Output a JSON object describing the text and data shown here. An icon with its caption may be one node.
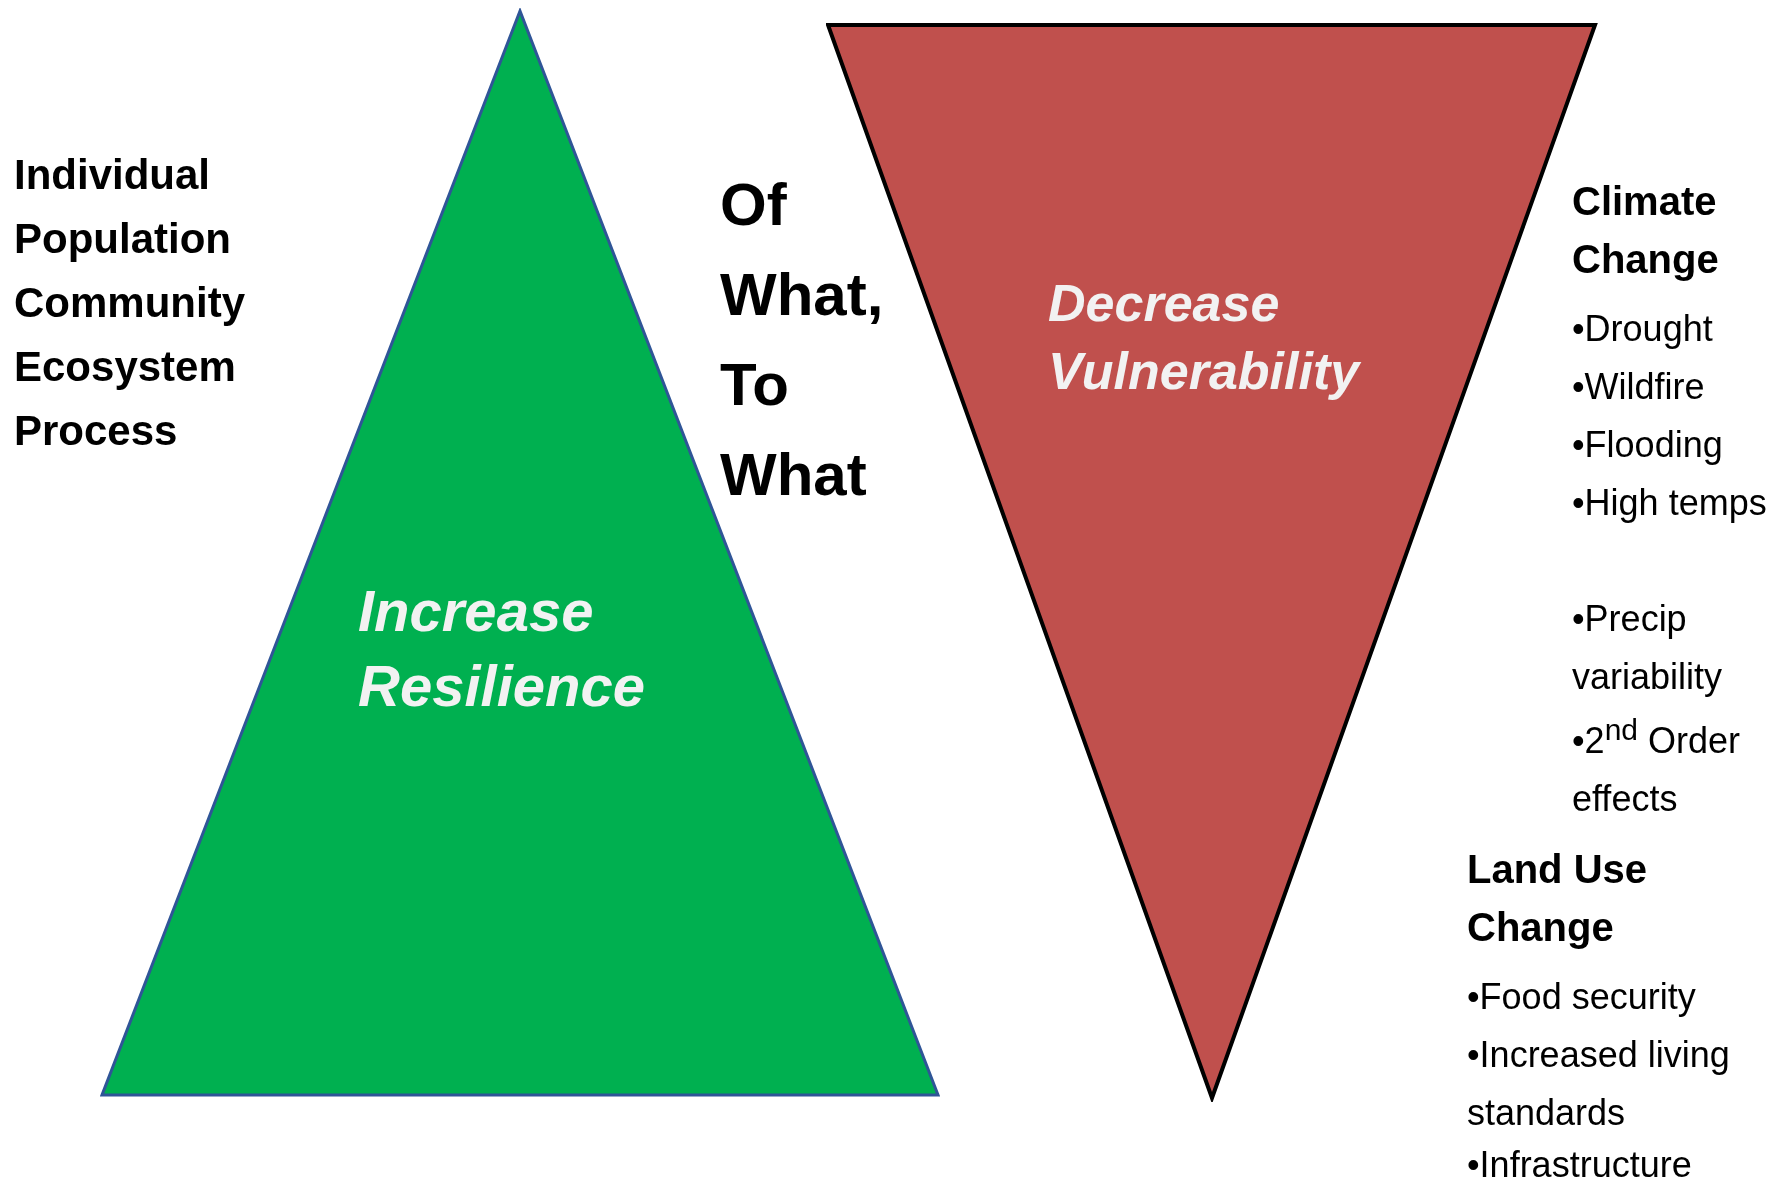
{
  "diagram": {
    "nodes": [
      {
        "text": [
          "Increase Resilience"
        ]
      },
      {
        "text": [
          "Decrease Vulnerability"
        ]
      }
    ],
    "labels": [
      "Individual",
      "Population",
      "Community",
      "Ecosystem",
      "Process",
      "Of What, To What",
      "Climate Change",
      "•Drought",
      "•Wildfire",
      "•Flooding",
      "•High temps",
      "•Precip variability",
      "•2$^{nd}$ Order effects",
      "Land Use Change",
      "•Food security",
      "•Increased living standards",
      "•Infrastructure"
    ]
  }
}
